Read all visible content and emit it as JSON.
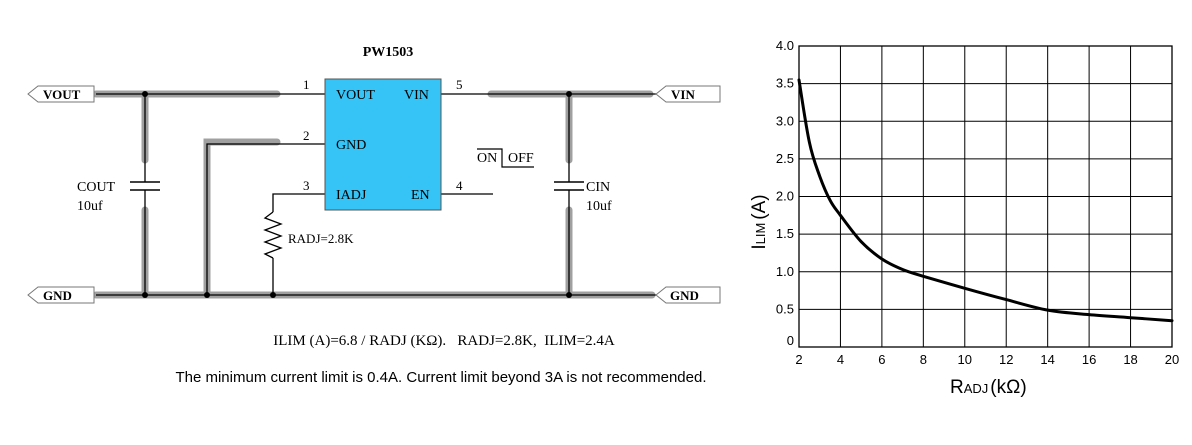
{
  "schematic": {
    "title": "PW1503",
    "ports": {
      "vout": "VOUT",
      "vin": "VIN",
      "gnd_left": "GND",
      "gnd_right": "GND"
    },
    "chip": {
      "pins": {
        "vout": "VOUT",
        "vin": "VIN",
        "gnd": "GND",
        "iadj": "IADJ",
        "en": "EN"
      },
      "pin_numbers": {
        "p1": "1",
        "p2": "2",
        "p3": "3",
        "p4": "4",
        "p5": "5"
      },
      "fill_color": "#36c3f5"
    },
    "cout": {
      "name": "COUT",
      "value": "10uf"
    },
    "cin": {
      "name": "CIN",
      "value": "10uf"
    },
    "radj": {
      "label": "RADJ=2.8K"
    },
    "switch": {
      "on": "ON",
      "off": "OFF"
    },
    "formula": "ILIM (A)=6.8 / RADJ (KΩ).   RADJ=2.8K,  ILIM=2.4A",
    "note": "The minimum current limit is 0.4A. Current limit beyond 3A is not recommended.",
    "wire_highlight_color": "#a0a0a0"
  },
  "chart_data": {
    "type": "line",
    "xlabel_main": "R",
    "xlabel_sub": "ADJ",
    "xlabel_unit": "(kΩ)",
    "ylabel_main": "I",
    "ylabel_sub": "LIM",
    "ylabel_unit": "(A)",
    "x_ticks": [
      "2",
      "4",
      "6",
      "8",
      "10",
      "12",
      "14",
      "16",
      "18",
      "20"
    ],
    "y_ticks": [
      "0",
      "0.5",
      "1.0",
      "1.5",
      "2.0",
      "2.5",
      "3.0",
      "3.5",
      "4.0"
    ],
    "xlim": [
      2,
      20
    ],
    "ylim": [
      0,
      4.0
    ],
    "grid": true,
    "series": [
      {
        "x": [
          2,
          2.5,
          3,
          3.5,
          4,
          5,
          6,
          7,
          8,
          10,
          12,
          14,
          16,
          18,
          20
        ],
        "y": [
          3.55,
          2.72,
          2.27,
          1.95,
          1.75,
          1.4,
          1.17,
          1.03,
          0.94,
          0.78,
          0.63,
          0.49,
          0.43,
          0.39,
          0.35
        ]
      }
    ]
  }
}
